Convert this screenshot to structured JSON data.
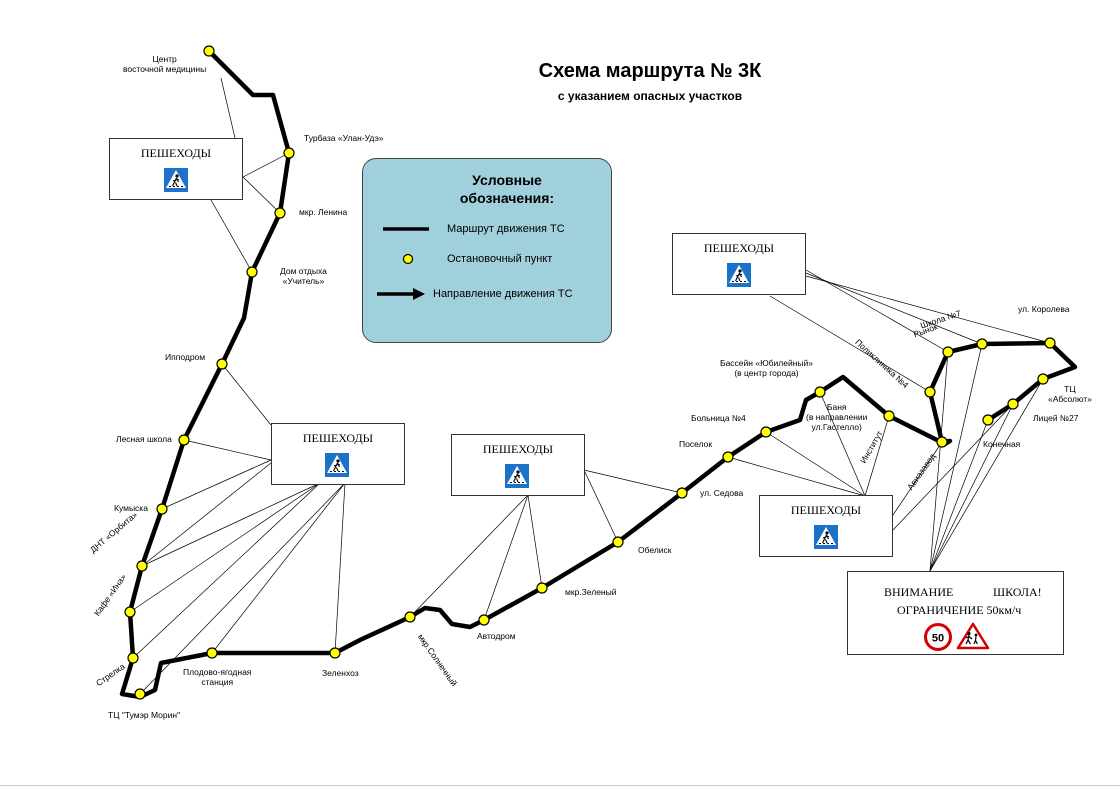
{
  "title": "Схема маршрута № 3К",
  "subtitle": "с указанием опасных участков",
  "legend": {
    "title_line1": "Условные",
    "title_line2": "обозначения:",
    "route_label": "Маршрут движения ТС",
    "stop_label": "Остановочный пункт",
    "direction_label": "Направление движения ТС"
  },
  "pedestrian_label": "ПЕШЕХОДЫ",
  "warning": {
    "line1_left": "ВНИМАНИЕ",
    "line1_right": "ШКОЛА!",
    "line2": "ОГРАНИЧЕНИЕ 50км/ч",
    "speed_limit": "50"
  },
  "stops": {
    "center_med": [
      "Центр",
      "восточной медицины"
    ],
    "turbaza": [
      "Турбаза «Улан-Удэ»"
    ],
    "mkr_lenina": [
      "мкр. Ленина"
    ],
    "dom_otdyha": [
      "Дом отдыха",
      "«Учитель»"
    ],
    "ippodrom": [
      "Ипподром"
    ],
    "lesnaya": [
      "Лесная школа"
    ],
    "kumyska": [
      "Кумыска"
    ],
    "dnt_orbita": [
      "ДНТ «Орбита»"
    ],
    "kafe_ina": [
      "Кафе «Ина»"
    ],
    "strelka": [
      "Стрелка"
    ],
    "tc_tumer": [
      "ТЦ \"Тумэр Морин\""
    ],
    "plodovo": [
      "Плодово-ягодная",
      "станция"
    ],
    "zelenkoz": [
      "Зеленхоз"
    ],
    "mkr_solnech": [
      "мкр.Солнечный"
    ],
    "avtodrom": [
      "Автодром"
    ],
    "mkr_zelen": [
      "мкр.Зеленый"
    ],
    "obelisk": [
      "Обелиск"
    ],
    "ul_sedova": [
      "ул. Седова"
    ],
    "poselok": [
      "Поселок"
    ],
    "bolnica": [
      "Больница №4"
    ],
    "bassein": [
      "Бассейн «Юбилейный»",
      "(в центр города)"
    ],
    "banya": [
      "Баня",
      "(в направлении",
      "ул.Гастелло)"
    ],
    "institut": [
      "Институт"
    ],
    "aviazavod": [
      "Авиазавод"
    ],
    "poliklinika": [
      "Поликлиника №4"
    ],
    "rynok": [
      "Рынок"
    ],
    "shkola7": [
      "Школа №7"
    ],
    "ul_koroleva": [
      "ул. Королева"
    ],
    "tc_absolut": [
      "ТЦ",
      "«Абсолют»"
    ],
    "licei27": [
      "Лицей №27"
    ],
    "konechnaya": [
      "Конечная"
    ]
  },
  "colors": {
    "route": "#000000",
    "stop_fill": "#ffff00",
    "legend_bg": "#9fd0dc",
    "sign_blue": "#1a73c8",
    "speed_red": "#d60000"
  },
  "icons": [
    "pedestrian-crossing-sign-icon",
    "speed-limit-sign-icon",
    "children-warning-sign-icon",
    "direction-arrow-icon",
    "stop-dot-icon"
  ]
}
